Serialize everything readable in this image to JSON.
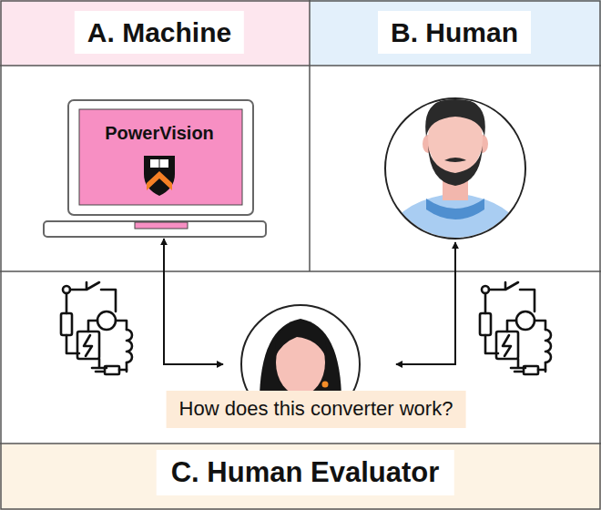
{
  "diagram": {
    "nodes": [
      {
        "text": [
          "A. Machine"
        ]
      },
      {
        "text": [
          "PowerVision"
        ],
        "in": 0
      },
      {
        "text": [
          "B. Human"
        ]
      },
      {
        "text": [
          "C. Human Evaluator"
        ]
      },
      {
        "text": [
          "How does this converter work?"
        ],
        "in": 3
      }
    ],
    "edges": [
      {
        "from": 4,
        "to": 1,
        "arrow": "both"
      },
      {
        "from": 4,
        "to": 2,
        "arrow": "both"
      }
    ]
  }
}
